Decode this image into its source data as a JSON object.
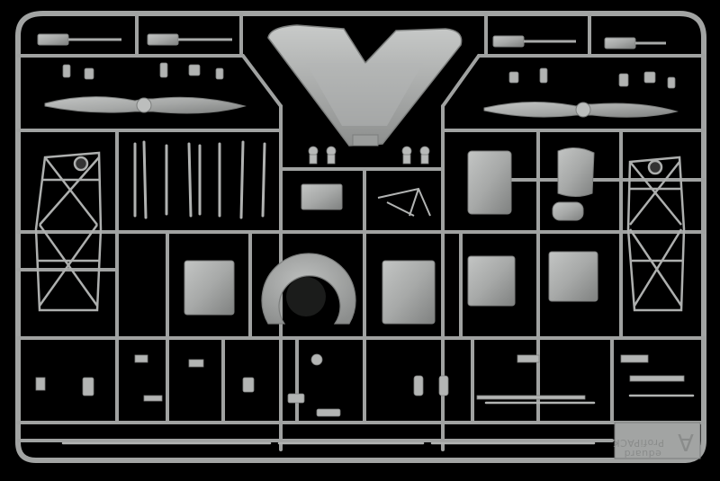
{
  "photo": {
    "subject": "plastic-model-kit-sprue",
    "background_color": "#000000",
    "plastic_color": "#a7a9a8",
    "plastic_shadow_color": "#7d7f7e",
    "plastic_highlight_color": "#c6c8c7",
    "molded_text_line1": "eduard",
    "molded_text_line2": "ProfiPACK",
    "molded_logo_letter": "A",
    "icons": [
      "propeller-part",
      "wing-part",
      "cowling-part",
      "fuselage-frame-part",
      "machine-gun-part"
    ]
  }
}
